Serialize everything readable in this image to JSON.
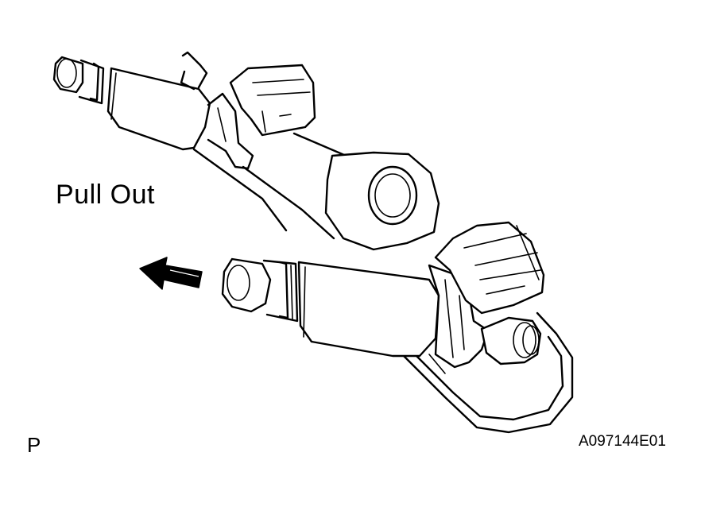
{
  "diagram": {
    "direction_label": "Pull Out",
    "corner_marker": "P",
    "figure_code": "A097144E01",
    "arrow_icon": "left-arrow-icon"
  }
}
